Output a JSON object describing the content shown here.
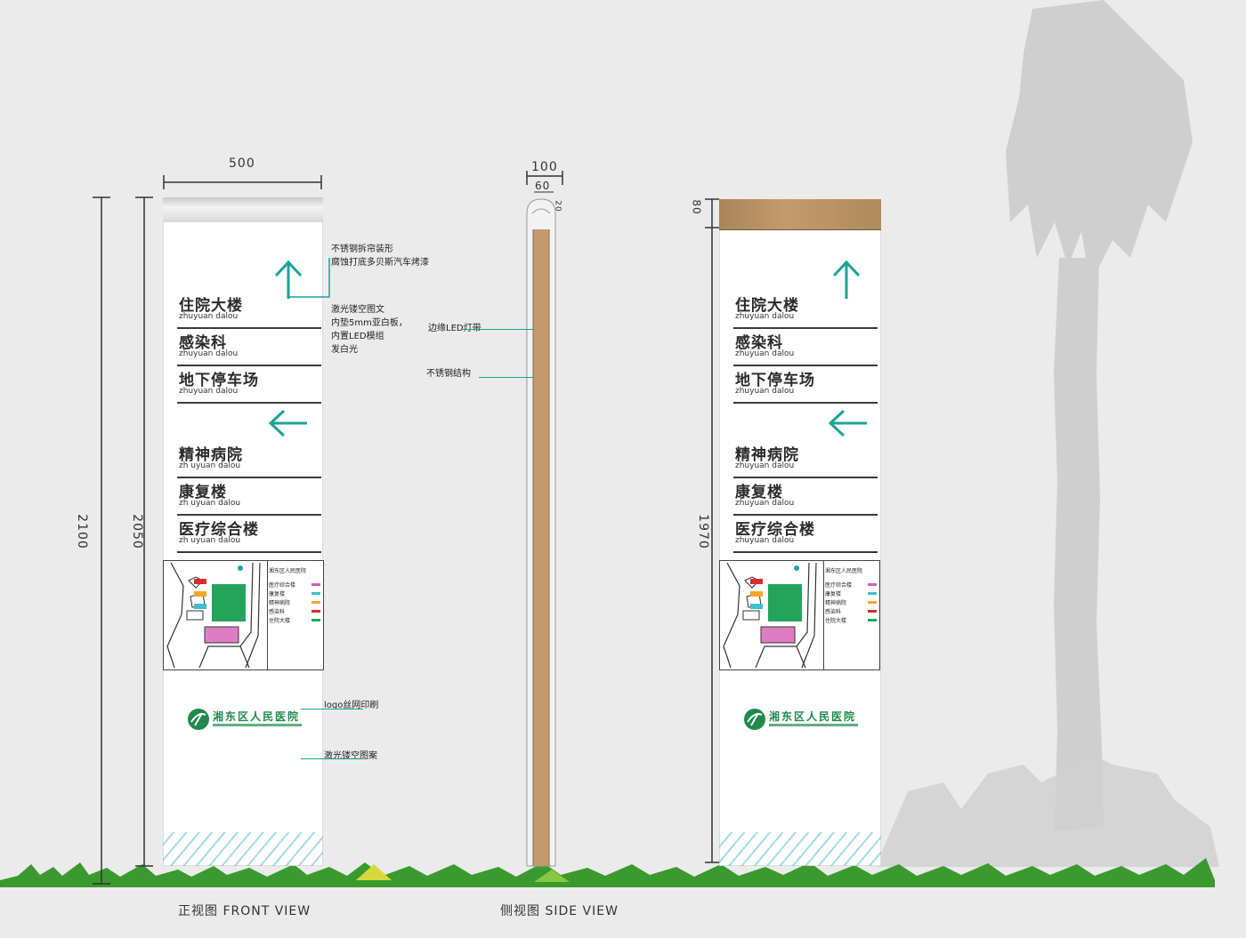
{
  "dimensions": {
    "front_width": "500",
    "front_total_height": "2100",
    "front_panel_height": "2050",
    "side_depth": "100",
    "side_inner": "60",
    "side_small": "20",
    "rear_cap_height": "80",
    "rear_panel_height": "1970"
  },
  "front_sign": {
    "directories": [
      {
        "items": [
          {
            "cn": "住院大楼",
            "pinyin": "zhuyuan dalou"
          },
          {
            "cn": "感染科",
            "pinyin": "zhuyuan dalou"
          },
          {
            "cn": "地下停车场",
            "pinyin": "zhuyuan dalou"
          }
        ]
      },
      {
        "items": [
          {
            "cn": "精神病院",
            "pinyin": "zh uyuan dalou"
          },
          {
            "cn": "康复楼",
            "pinyin": "zh uyuan dalou"
          },
          {
            "cn": "医疗综合楼",
            "pinyin": "zh uyuan dalou"
          }
        ]
      }
    ],
    "map_title": "湘东区人民医院",
    "legend": [
      {
        "label": "医疗综合楼",
        "color": "#e05ab8"
      },
      {
        "label": "康复楼",
        "color": "#3fc0c8"
      },
      {
        "label": "精神病院",
        "color": "#f2a72a"
      },
      {
        "label": "感染科",
        "color": "#d82c2c"
      },
      {
        "label": "住院大楼",
        "color": "#24a35a"
      }
    ],
    "logo_text": "湘东区人民医院"
  },
  "rear_sign": {
    "directories": [
      {
        "items": [
          {
            "cn": "住院大楼",
            "pinyin": "zhuyuan dalou"
          },
          {
            "cn": "感染科",
            "pinyin": "zhuyuan dalou"
          },
          {
            "cn": "地下停车场",
            "pinyin": "zhuyuan dalou"
          }
        ]
      },
      {
        "items": [
          {
            "cn": "精神病院",
            "pinyin": "zhuyuan dalou"
          },
          {
            "cn": "康复楼",
            "pinyin": "zhuyuan dalou"
          },
          {
            "cn": "医疗综合楼",
            "pinyin": "zhuyuan dalou"
          }
        ]
      }
    ],
    "logo_text": "湘东区人民医院"
  },
  "annotations": {
    "cap_note": [
      "不锈钢拆帘装形",
      "腐蚀打底多贝斯汽车烤漆"
    ],
    "panel_note": [
      "激光镂空图文",
      "内垫5mm亚白板，",
      "内置LED模组",
      "发白光"
    ],
    "led_note": "边缘LED灯带",
    "frame_note": "不锈钢结构",
    "logo_note": "logo丝网印刷",
    "base_note": "激光镂空图案"
  },
  "captions": {
    "front": "正视图 FRONT VIEW",
    "side": "侧视图 SIDE VIEW"
  },
  "colors": {
    "accent": "#1aa39a",
    "wood": "#c49a6c",
    "grass": "#3a9a2e"
  }
}
